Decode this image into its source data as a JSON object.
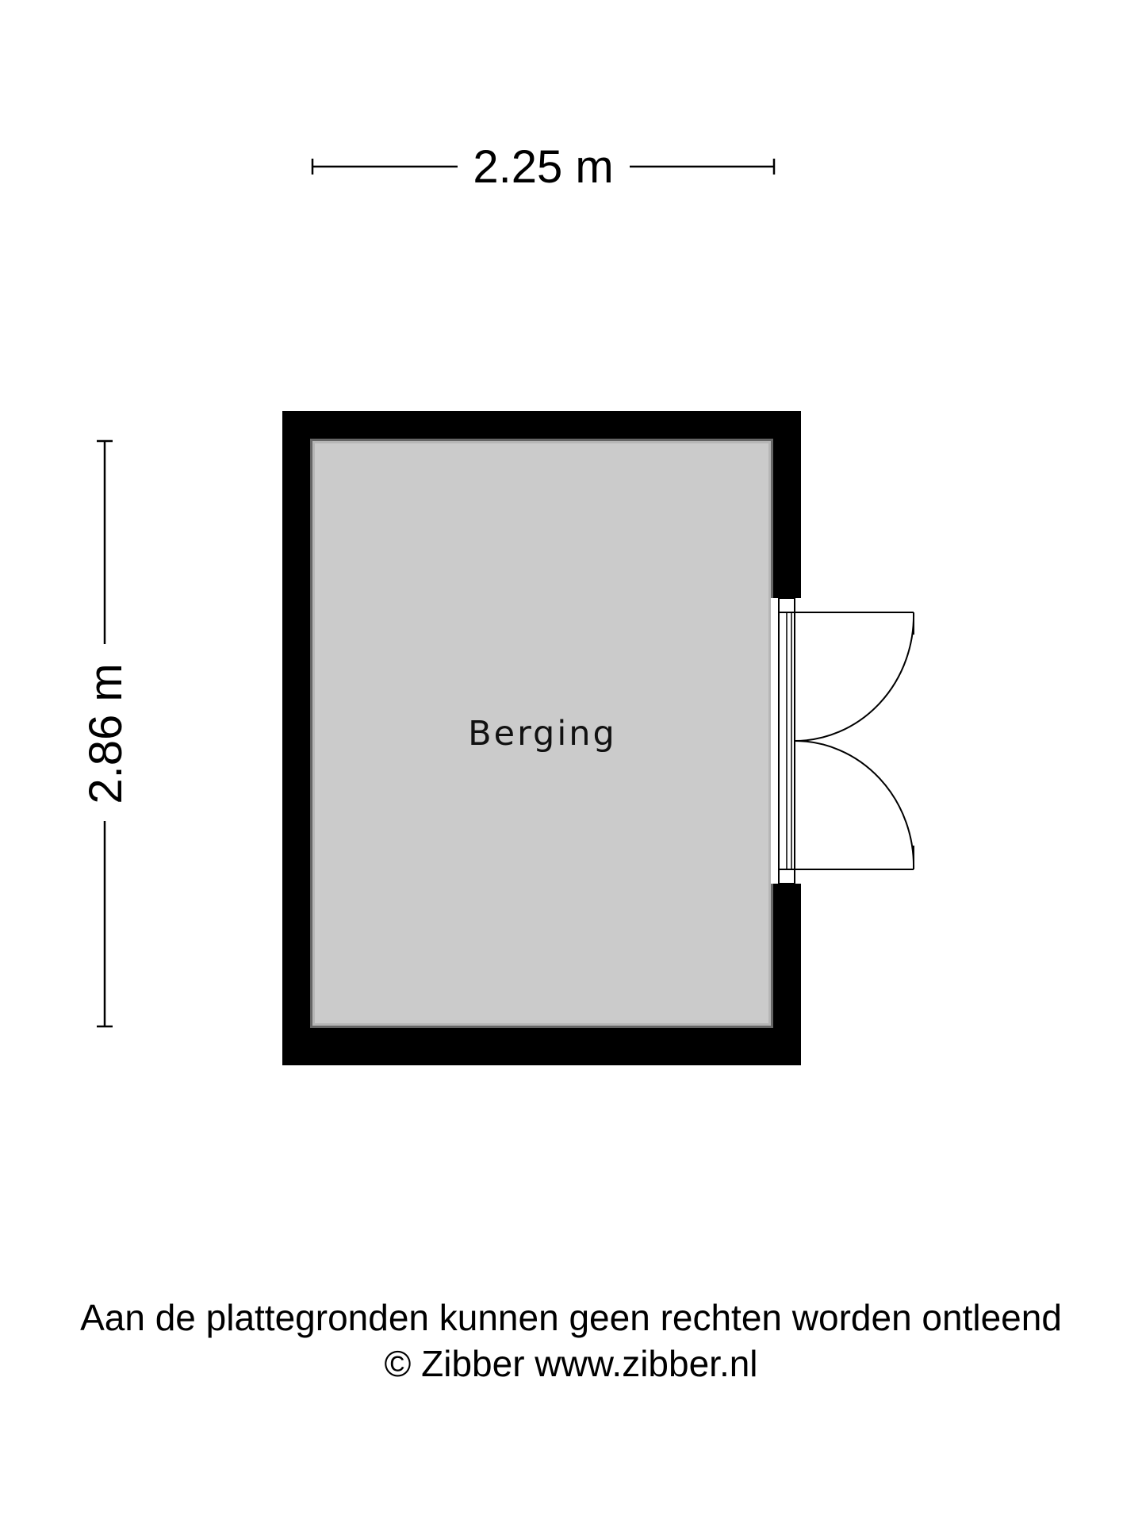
{
  "dimensions": {
    "width_label": "2.25 m",
    "depth_label": "2.86 m"
  },
  "rooms": [
    {
      "label": "Berging"
    }
  ],
  "footer": {
    "disclaimer": "Aan de plattegronden kunnen geen rechten worden ontleend",
    "copyright": "© Zibber www.zibber.nl"
  },
  "colors": {
    "wall": "#000000",
    "floor": "#cbcbcb",
    "background": "#ffffff"
  }
}
